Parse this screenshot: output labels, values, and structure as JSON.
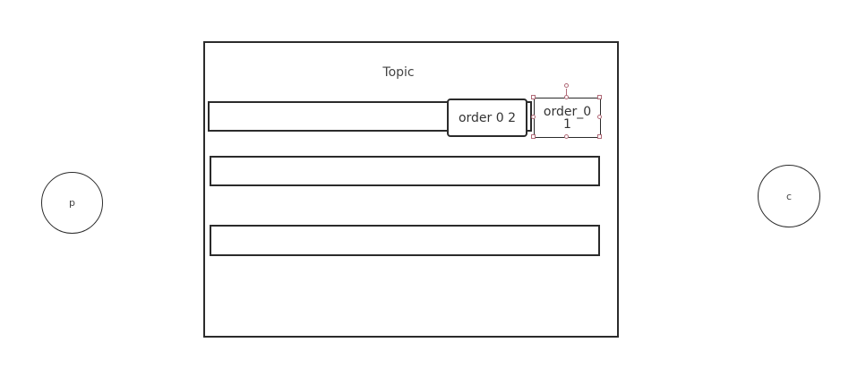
{
  "diagram": {
    "topic": {
      "label": "Topic"
    },
    "queues": [
      {
        "id": "queue-1"
      },
      {
        "id": "queue-2"
      },
      {
        "id": "queue-3"
      }
    ],
    "messages": {
      "msg_02": {
        "label": "order 0 2"
      },
      "msg_01": {
        "label": "order_0\n1",
        "selected": true
      }
    },
    "nodes": {
      "producer": {
        "label": "p"
      },
      "consumer": {
        "label": "c"
      }
    },
    "colors": {
      "stroke": "#2b2b2b",
      "selection_handle": "#b06a78",
      "background": "#ffffff"
    }
  }
}
